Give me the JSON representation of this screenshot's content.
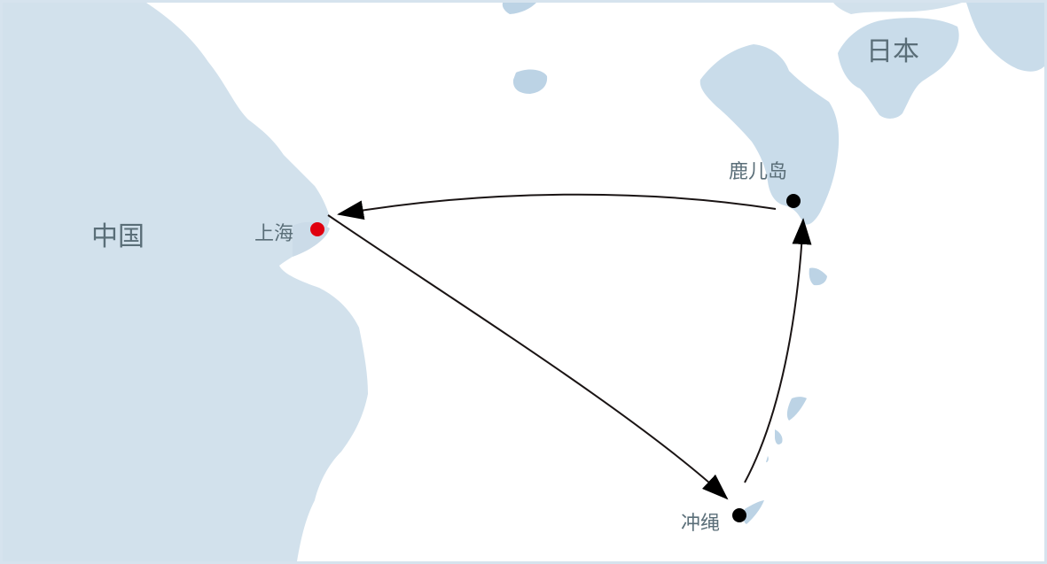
{
  "map": {
    "countries": [
      {
        "id": "china",
        "label": "中国"
      },
      {
        "id": "japan",
        "label": "日本"
      }
    ],
    "cities": [
      {
        "id": "shanghai",
        "label": "上海",
        "marker_color": "#e0000f",
        "is_origin": true
      },
      {
        "id": "kagoshima",
        "label": "鹿儿岛",
        "marker_color": "#000000"
      },
      {
        "id": "okinawa",
        "label": "冲绳",
        "marker_color": "#000000"
      }
    ],
    "routes": [
      {
        "from": "上海",
        "to": "冲绳"
      },
      {
        "from": "冲绳",
        "to": "鹿儿岛"
      },
      {
        "from": "鹿儿岛",
        "to": "上海"
      }
    ],
    "colors": {
      "land": "#cfdeeb",
      "sea": "#ffffff",
      "border": "#d6e3ee",
      "label_text": "#5a6e78",
      "route_line": "#1a1414",
      "origin_marker": "#e0000f",
      "city_marker": "#000000"
    }
  }
}
